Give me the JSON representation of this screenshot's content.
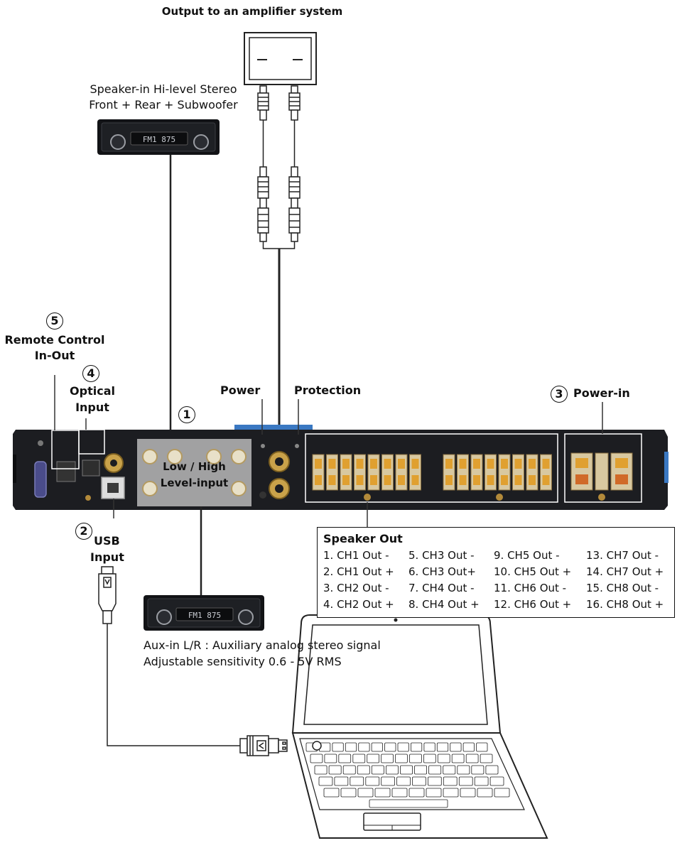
{
  "output_title": "Output to an amplifier system",
  "speaker_in": {
    "line1": "Speaker-in Hi-level Stereo",
    "line2": "Front + Rear + Subwoofer"
  },
  "head_unit_display": "FM1 875",
  "aux_in": {
    "line1": "Aux-in L/R : Auxiliary analog stereo signal",
    "line2": "Adjustable sensitivity 0.6 - 5V RMS"
  },
  "markers": {
    "n1": "1",
    "n2": "2",
    "n3": "3",
    "n4": "4",
    "n5": "5"
  },
  "labels": {
    "remote_line1": "Remote Control",
    "remote_line2": "In-Out",
    "optical_line1": "Optical",
    "optical_line2": "Input",
    "power": "Power",
    "protection": "Protection",
    "power_in": "Power-in",
    "level_line1": "Low / High",
    "level_line2": "Level-input",
    "usb_line1": "USB",
    "usb_line2": "Input"
  },
  "speaker_out": {
    "title": "Speaker Out",
    "rows": [
      [
        "1. CH1 Out -",
        "5. CH3 Out -",
        "9. CH5 Out -",
        "13. CH7 Out -"
      ],
      [
        "2. CH1 Out +",
        "6. CH3 Out+",
        "10. CH5 Out +",
        "14. CH7 Out +"
      ],
      [
        "3. CH2 Out -",
        "7. CH4 Out -",
        "11. CH6 Out -",
        "15. CH8 Out -"
      ],
      [
        "4. CH2 Out +",
        "8. CH4 Out +",
        "12. CH6 Out +",
        "16. CH8 Out +"
      ]
    ]
  },
  "colors": {
    "amp_body": "#1c1d21",
    "gold": "#c9a24a",
    "terminal_orange": "#e0a030",
    "callout_gray": "#b8b8b8",
    "usb_blue": "#3b6fb5"
  }
}
